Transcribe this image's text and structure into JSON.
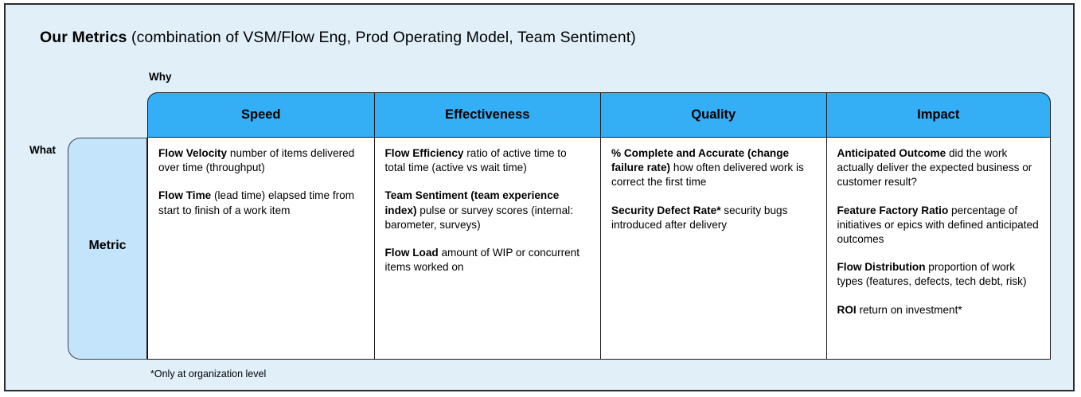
{
  "slide": {
    "title_strong": "Our Metrics",
    "title_rest": " (combination of VSM/Flow Eng, Prod Operating Model, Team Sentiment)",
    "footnote": "*Only at organization level",
    "background_color": "#e1eff9",
    "header_color": "#34aef5",
    "metric_box_color": "#c3e4fb",
    "border_color": "#1a1a1a"
  },
  "axes": {
    "why_label": "Why",
    "what_label": "What",
    "row_label": "Metric"
  },
  "table": {
    "columns": [
      {
        "header": "Speed",
        "entries": [
          {
            "term": "Flow Velocity",
            "desc": " number of items delivered over time (throughput)"
          },
          {
            "term": "Flow Time",
            "desc": " (lead time) elapsed time from start to finish of a work item"
          }
        ]
      },
      {
        "header": "Effectiveness",
        "entries": [
          {
            "term": "Flow Efficiency",
            "desc": " ratio of active time to total time (active vs wait time)"
          },
          {
            "term": "Team Sentiment (team experience index)",
            "desc": " pulse or survey scores (internal: barometer, surveys)"
          },
          {
            "term": "Flow Load",
            "desc": " amount of WIP or concurrent items worked on"
          }
        ]
      },
      {
        "header": "Quality",
        "entries": [
          {
            "term": "% Complete and Accurate (change failure rate)",
            "desc": " how often delivered work is correct the first time"
          },
          {
            "term": "Security Defect Rate*",
            "desc": " security bugs introduced after delivery"
          }
        ]
      },
      {
        "header": "Impact",
        "entries": [
          {
            "term": "Anticipated Outcome",
            "desc": " did the work actually deliver the expected business or customer result?"
          },
          {
            "term": "Feature Factory Ratio",
            "desc": " percentage of initiatives or epics with defined anticipated outcomes"
          },
          {
            "term": "Flow Distribution",
            "desc": " proportion of work types (features, defects, tech debt, risk)"
          },
          {
            "term": "ROI",
            "desc": " return on investment*"
          }
        ]
      }
    ]
  }
}
